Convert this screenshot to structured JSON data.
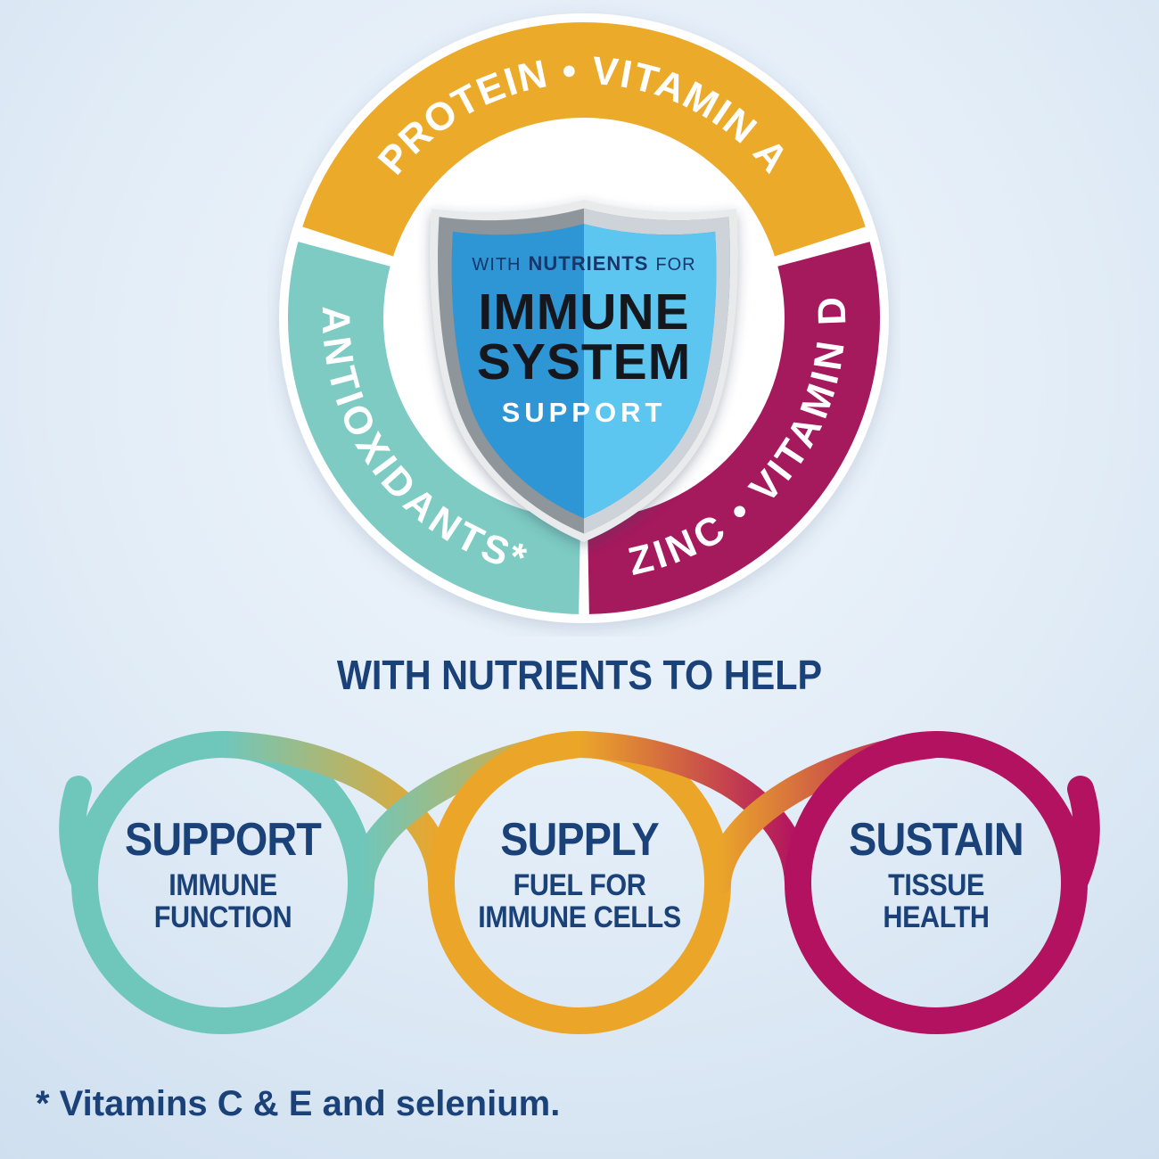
{
  "background": {
    "center": "#F0F6FC",
    "edge": "#CFDFEF"
  },
  "text_color": "#1A4279",
  "ring": {
    "segments": [
      {
        "label": "PROTEIN • VITAMIN A",
        "color": "#ECAA2A"
      },
      {
        "label": "ANTIOXIDANTS*",
        "color": "#7DCBC3"
      },
      {
        "label": "ZINC • VITAMIN D",
        "color": "#A5195D"
      }
    ],
    "shield": {
      "eyebrow": {
        "pre": "WITH",
        "mid": "NUTRIENTS",
        "post": "FOR"
      },
      "line1": "IMMUNE",
      "line2": "SYSTEM",
      "line3": "SUPPORT",
      "colors": {
        "rim": "#E9EAEB",
        "gray_left": "#8E959B",
        "gray_right": "#CDD3D8",
        "blue_left": "#2E96D5",
        "blue_right": "#5CC5F0"
      }
    }
  },
  "middle": {
    "heading": "WITH NUTRIENTS TO HELP"
  },
  "loops": [
    {
      "title": "SUPPORT",
      "line1": "IMMUNE",
      "line2": "FUNCTION",
      "color": "#6FC7BC"
    },
    {
      "title": "SUPPLY",
      "line1": "FUEL FOR",
      "line2": "IMMUNE CELLS",
      "color": "#EBA62A"
    },
    {
      "title": "SUSTAIN",
      "line1": "TISSUE",
      "line2": "HEALTH",
      "color": "#B2125F"
    }
  ],
  "footnote": "* Vitamins C & E and selenium."
}
